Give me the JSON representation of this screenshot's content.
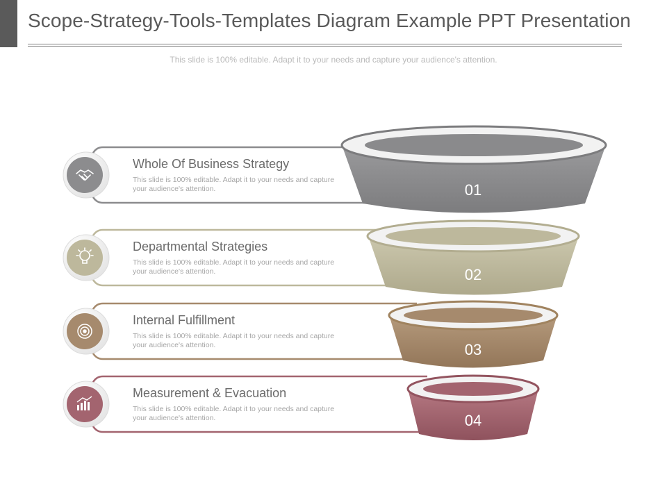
{
  "header": {
    "title": "Scope-Strategy-Tools-Templates Diagram Example PPT Presentation",
    "subtitle": "This slide is 100% editable. Adapt it to your needs and capture your audience's attention."
  },
  "rows": [
    {
      "number": "01",
      "title": "Whole Of Business Strategy",
      "description": "This slide is 100% editable. Adapt it to your needs and capture your audience's attention.",
      "icon": "handshake-icon",
      "color": "#8c8c8e"
    },
    {
      "number": "02",
      "title": "Departmental  Strategies",
      "description": "This slide is 100% editable. Adapt it to your needs and capture your audience's attention.",
      "icon": "lightbulb-gear-icon",
      "color": "#bdb89c"
    },
    {
      "number": "03",
      "title": "Internal Fulfillment",
      "description": "This slide is 100% editable. Adapt it to your needs and capture your audience's attention.",
      "icon": "target-icon",
      "color": "#a68a6d"
    },
    {
      "number": "04",
      "title": "Measurement  & Evacuation",
      "description": "This slide is 100% editable. Adapt it to your needs and capture your audience's attention.",
      "icon": "bar-chart-growth-icon",
      "color": "#a3646f"
    }
  ]
}
